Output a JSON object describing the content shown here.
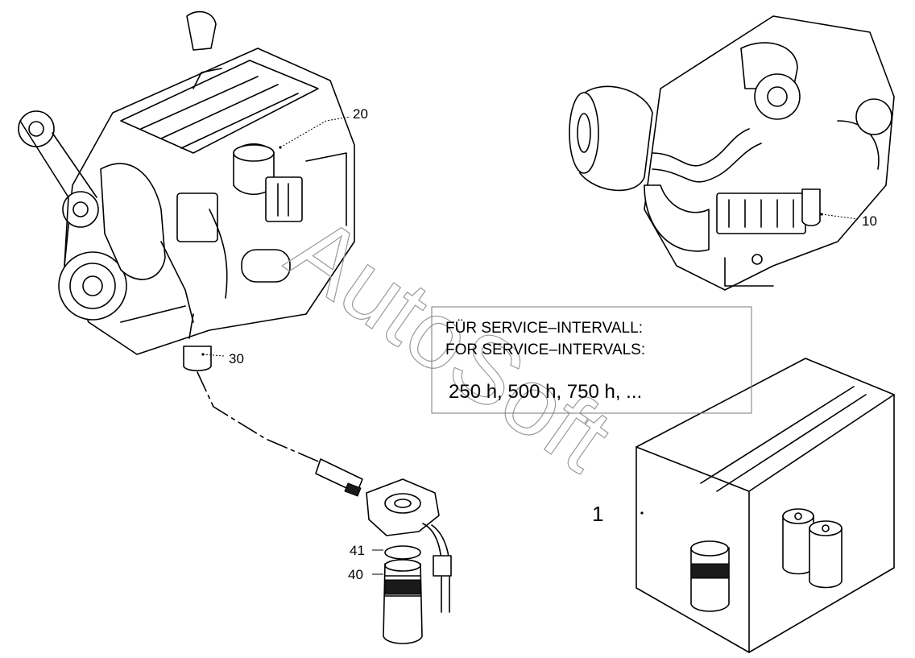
{
  "callouts": {
    "engine_right_label": "10",
    "engine_left_label": "20",
    "fuel_line_label": "30",
    "ring_label": "41",
    "filter_label": "40",
    "kit_label": "1"
  },
  "service_note": {
    "line1": "FÜR SERVICE–INTERVALL:",
    "line2": "FOR SERVICE–INTERVALS:",
    "line3": "250 h, 500 h, 750 h, ..."
  },
  "watermark": "AutoSoft"
}
